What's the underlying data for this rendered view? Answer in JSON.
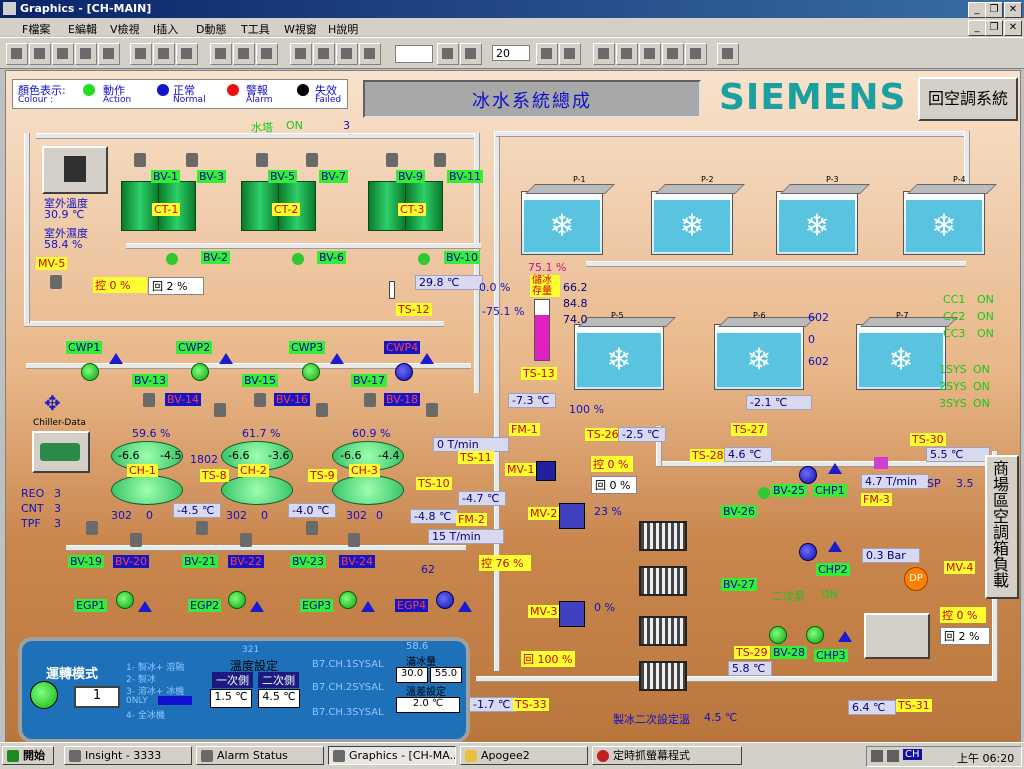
{
  "window": {
    "title": "Graphics - [CH-MAIN]"
  },
  "menu": [
    "F檔案",
    "E編輯",
    "V檢視",
    "I插入",
    "D動態",
    "T工具",
    "W視窗",
    "H說明"
  ],
  "toolbar": {
    "zoom": "20"
  },
  "legend": {
    "title": "顏色表示:",
    "title_en": "Colour :",
    "items": [
      {
        "zh": "動作",
        "en": "Action",
        "color": "#22dd22"
      },
      {
        "zh": "正常",
        "en": "Normal",
        "color": "#1414c8"
      },
      {
        "zh": "警報",
        "en": "Alarm",
        "color": "#ee1111"
      },
      {
        "zh": "失效",
        "en": "Failed",
        "color": "#000000"
      }
    ]
  },
  "header": {
    "title": "冰水系統總成",
    "brand": "SIEMENS",
    "back_button": "回空調系統"
  },
  "tower_area": {
    "status_label": "水塔",
    "status_value": "ON",
    "count": "3",
    "outside_temp_label": "室外溫度",
    "outside_temp": "30.9 ℃",
    "outside_hum_label": "室外濕度",
    "outside_hum": "58.4 %",
    "mv5": "MV-5",
    "mv5_ctrl": "控 0 %",
    "mv5_fb": "回 2 %",
    "towers": [
      "CT-1",
      "CT-2",
      "CT-3"
    ],
    "bv_top": [
      "BV-1",
      "BV-3",
      "BV-5",
      "BV-7",
      "BV-9",
      "BV-11"
    ],
    "bv_bottom": [
      "BV-2",
      "BV-6",
      "BV-10"
    ],
    "ts12": "TS-12",
    "ts12_val": "29.8 ℃"
  },
  "cwp": {
    "pumps": [
      "CWP1",
      "CWP2",
      "CWP3",
      "CWP4"
    ],
    "bv": [
      "BV-13",
      "BV-14",
      "BV-15",
      "BV-16",
      "BV-17",
      "BV-18"
    ]
  },
  "chillers": {
    "label": "Chiller-Data",
    "units": [
      {
        "name": "CH-1",
        "load": "59.6 %",
        "in": "-6.6",
        "out": "-4.5",
        "extra": "1802"
      },
      {
        "name": "CH-2",
        "load": "61.7 %",
        "in": "-6.6",
        "out": "-3.6",
        "extra": ""
      },
      {
        "name": "CH-3",
        "load": "60.9 %",
        "in": "-6.6",
        "out": "-4.4",
        "extra": ""
      }
    ],
    "ts8": "TS-8",
    "ts8_val": "-4.5 ℃",
    "ts9": "TS-9",
    "ts9_val": "-4.0 ℃",
    "nums": [
      "302",
      "0",
      "302",
      "0",
      "302",
      "0"
    ],
    "reo_label": "REO",
    "reo": "3",
    "cnt_label": "CNT",
    "cnt": "3",
    "tpf_label": "TPF",
    "tpf": "3"
  },
  "egp": {
    "pumps": [
      "EGP1",
      "EGP2",
      "EGP3",
      "EGP4"
    ],
    "bv": [
      "BV-19",
      "BV-20",
      "BV-21",
      "BV-22",
      "BV-23",
      "BV-24"
    ],
    "num": "62"
  },
  "ice": {
    "percent": "75.1 %",
    "label": "儲冰存量",
    "v1": "66.2",
    "v2": "84.8",
    "v3": "74.0",
    "flow1": "0.0 %",
    "flow2": "-75.1 %",
    "tanks_top": [
      "P-1",
      "P-2",
      "P-3",
      "P-4"
    ],
    "tanks_bot": [
      "P-5",
      "P-6",
      "P-7"
    ],
    "nums": [
      "602",
      "0",
      "602"
    ],
    "ts13": "TS-13",
    "ts13_val": "-7.3 ℃",
    "ts_mid": "-2.1 ℃",
    "pct100": "100 %"
  },
  "status": {
    "cc1_label": "CC1",
    "cc1": "ON",
    "cc2_label": "CC2",
    "cc2": "ON",
    "cc3_label": "CC3",
    "cc3": "ON",
    "s1_label": "1SYS",
    "s1": "ON",
    "s2_label": "2SYS",
    "s2": "ON",
    "s3_label": "3SYS",
    "s3": "ON"
  },
  "primary": {
    "fm1": "FM-1",
    "fm1_val": "0 T/min",
    "ts26": "TS-26",
    "ts26_val": "-2.5 ℃",
    "ts27": "TS-27",
    "ts11": "TS-11",
    "ts11_val": "-4.7 ℃",
    "ts10": "TS-10",
    "ts10_val": "-4.8 ℃",
    "fm2": "FM-2",
    "fm2_val": "15 T/min",
    "mv1": "MV-1",
    "mv1_ctrl": "控 0 %",
    "mv1_fb": "回 0 %",
    "mv2": "MV-2",
    "mv2_pct": "23 %",
    "mv2_ctrl": "控 76 %",
    "mv3": "MV-3",
    "mv3_pct": "0 %",
    "mv3_fb": "回 100 %",
    "ts33": "TS-33",
    "ts33_val": "-1.7 ℃",
    "setpoint_label": "製冰二次設定溫",
    "setpoint": "4.5 ℃"
  },
  "secondary": {
    "ts28": "TS-28",
    "ts28_val": "4.6 ℃",
    "ts30": "TS-30",
    "ts30_val": "5.5 ℃",
    "fm3": "FM-3",
    "fm3_val": "4.7 T/min",
    "sp_label": "SP",
    "sp": "3.5",
    "bv25": "BV-25",
    "bv26": "BV-26",
    "bv27": "BV-27",
    "bv28": "BV-28",
    "chp": [
      "CHP1",
      "CHP2",
      "CHP3"
    ],
    "dp": "DP",
    "dp_val": "0.3 Bar",
    "mv4": "MV-4",
    "mv4_ctrl": "控 0 %",
    "mv4_fb": "回 2 %",
    "sec_pump_label": "二次泵",
    "sec_pump": "ON",
    "ts29": "TS-29",
    "ts29_val": "5.8 ℃",
    "ts31": "TS-31",
    "ts31_val": "6.4 ℃",
    "side_label": "商場區空調箱負載"
  },
  "control": {
    "mode_label": "運轉模式",
    "mode_value": "1",
    "modes": [
      "1- 製冰+ 溶融",
      "2- 製冰",
      "3- 溶冰+ 冰機",
      "0NLY",
      "4- 全冰機"
    ],
    "temp_title": "溫度設定",
    "temp_num": "321",
    "primary_label": "一次側",
    "primary_val": "1.5 ℃",
    "secondary_label": "二次側",
    "secondary_val": "4.5 ℃",
    "sys": [
      "B7.CH.1SYSAL",
      "B7.CH.2SYSAL",
      "B7.CH.3SYSAL"
    ],
    "storage_label": "滿冰量",
    "storage_top": "58.6",
    "storage_a": "30.0",
    "storage_b": "55.0",
    "diff_label": "溫差設定",
    "diff_val": "2.0 ℃"
  },
  "taskbar": {
    "start": "開始",
    "items": [
      "Insight - 3333",
      "Alarm Status",
      "Graphics - [CH-MA...",
      "Apogee2",
      "定時抓螢幕程式"
    ],
    "ime": "CH",
    "clock": "上午 06:20"
  }
}
